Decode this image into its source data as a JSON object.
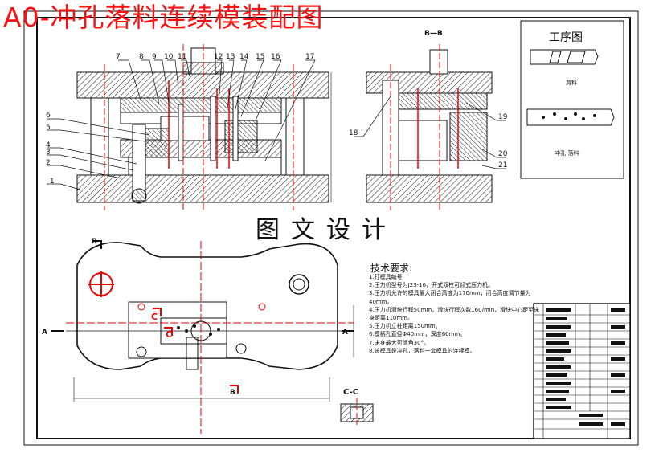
{
  "title": "A0-冲孔落料连续模装配图",
  "banner": "图文设计",
  "process_panel": {
    "title": "工序图",
    "caption_1": "剪料",
    "caption_2": "冲孔-落料"
  },
  "part_labels": [
    "7",
    "8",
    "9",
    "10",
    "11",
    "12",
    "13",
    "14",
    "15",
    "16",
    "17",
    "6",
    "5",
    "4",
    "3",
    "2",
    "1",
    "18",
    "19",
    "20",
    "21"
  ],
  "section_labels": {
    "a_left": "A",
    "a_right": "A",
    "b_top": "B",
    "b_bottom": "B",
    "c_left": "C",
    "c_right": "C",
    "bb_view": "B—B",
    "cc_view": "C-C"
  },
  "tech": {
    "heading": "技术要求:",
    "items": [
      "1.打模具编号",
      "2.压力机型号为J23-16，开式双柱可倾式压力机。",
      "3.压力机允许的模具最大闭合高度为170mm，闭合高度调节量为40mm。",
      "4.压力机滑块行程50mm，滑块行程次数160/min，滑块中心距至床身距离110mm。",
      "5.压力机立柱距离150mm。",
      "6.模柄孔直径Φ40mm，深度60mm。",
      "7.床身最大可倾角30°。",
      "8.该模具是冲孔，落料一套模具的连续模。"
    ]
  },
  "colors": {
    "red": "#ff1010",
    "line": "#111111",
    "hatch": "#222222"
  }
}
